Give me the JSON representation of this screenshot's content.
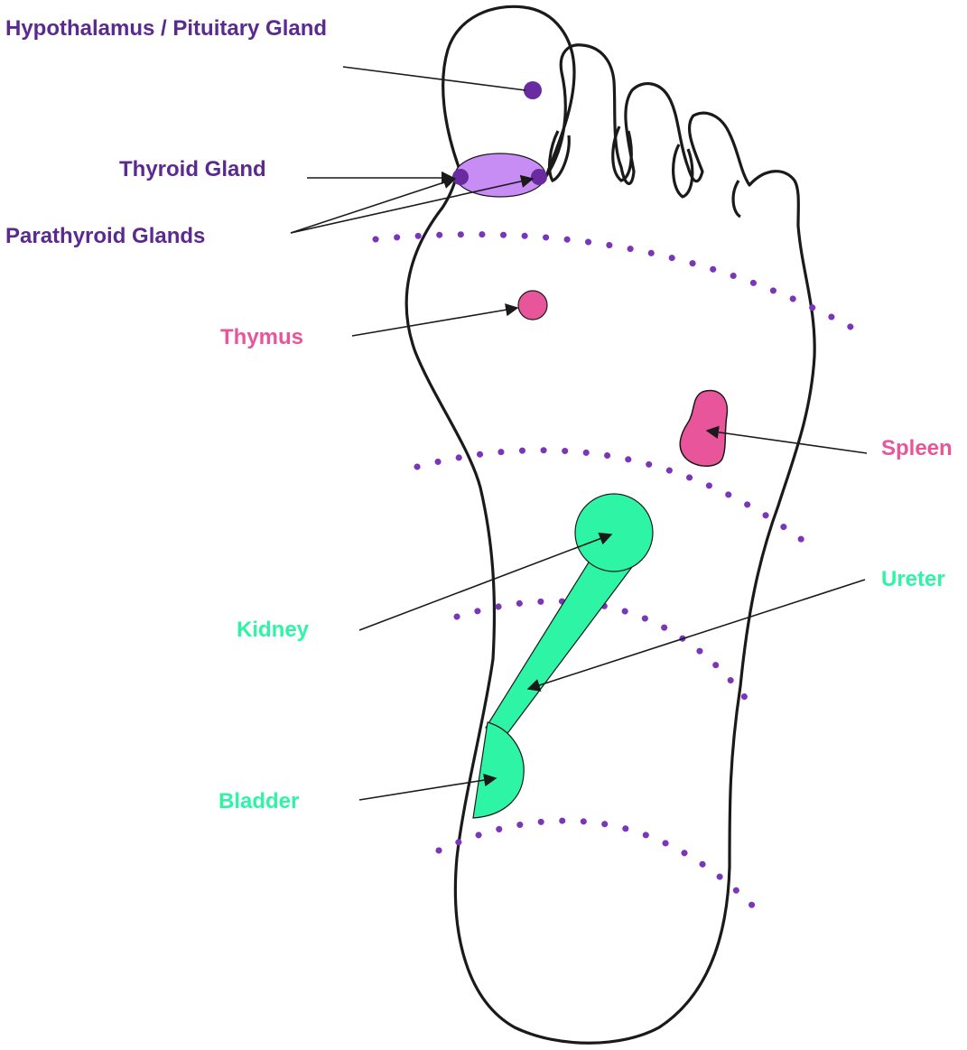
{
  "colors": {
    "endocrine": "#5b2a91",
    "immune": "#e8559a",
    "urinary": "#2ef5a6",
    "thyroid_fill": "#c88cf5",
    "zone_dots": "#7a36b8",
    "outline": "#1a1a1a"
  },
  "icons": [
    "foot-outline",
    "organ-marker",
    "pointer-arrow",
    "zone-boundary-dots"
  ],
  "labels": {
    "hypothalamus": "Hypothalamus / Pituitary Gland",
    "thyroid": "Thyroid Gland",
    "parathyroid": "Parathyroid Glands",
    "thymus": "Thymus",
    "spleen": "Spleen",
    "ureter": "Ureter",
    "kidney": "Kidney",
    "bladder": "Bladder"
  }
}
